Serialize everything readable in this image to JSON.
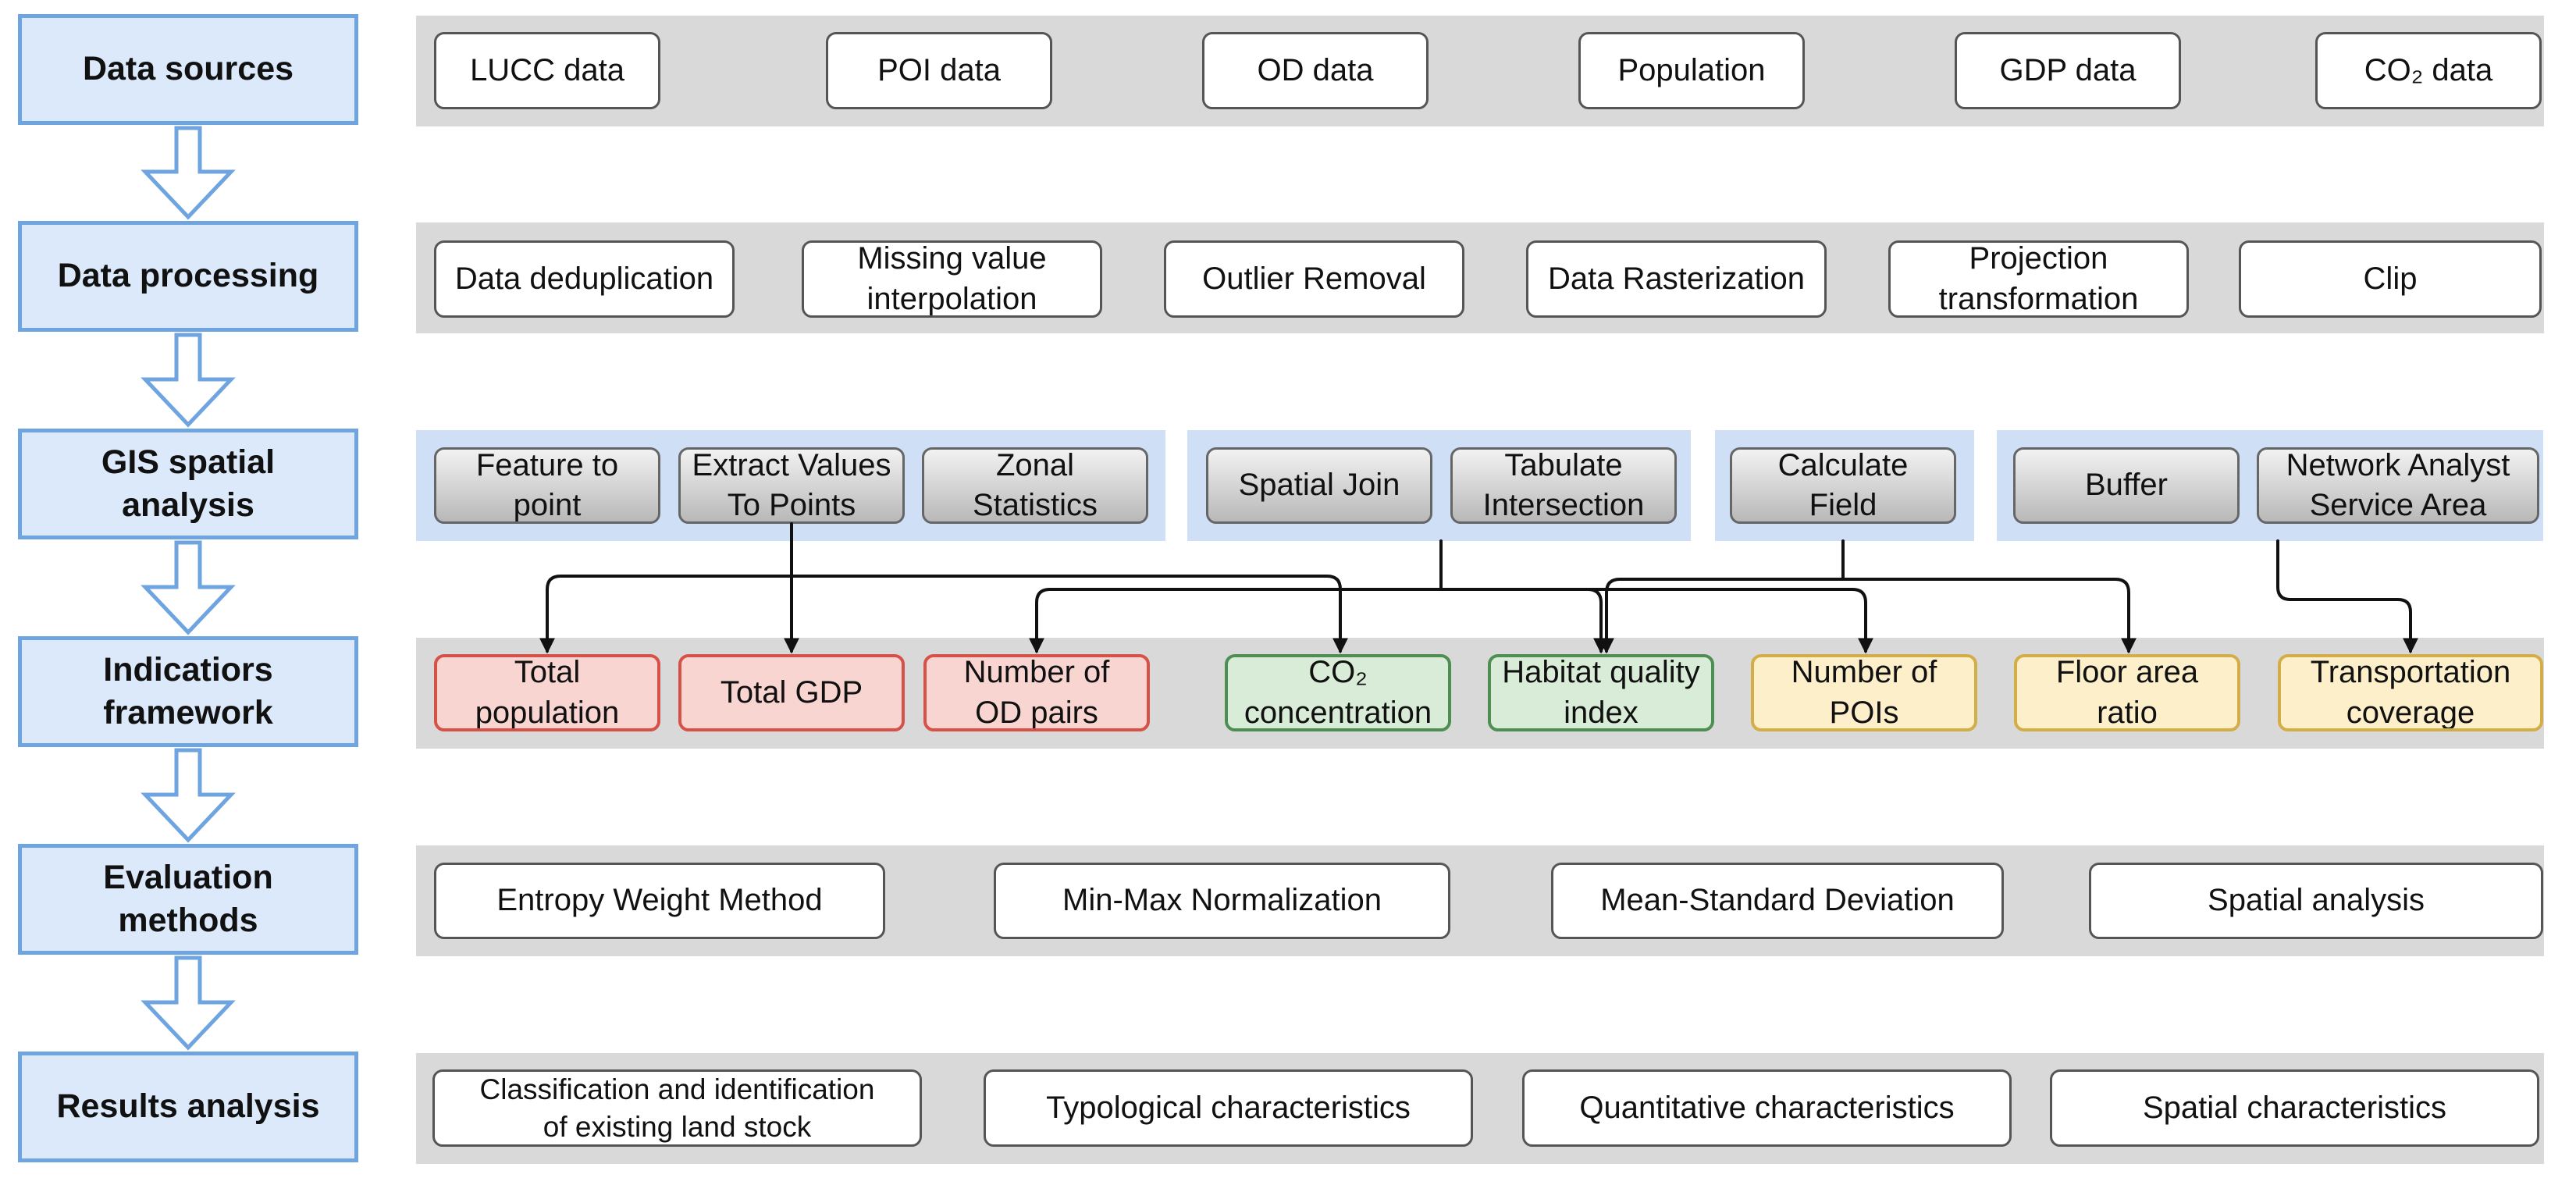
{
  "stages": [
    {
      "id": "sources",
      "label": "Data sources"
    },
    {
      "id": "processing",
      "label": "Data processing"
    },
    {
      "id": "gis",
      "label": "GIS spatial\nanalysis"
    },
    {
      "id": "indicators",
      "label": "Indicatiors\nframework"
    },
    {
      "id": "evaluation",
      "label": "Evaluation\nmethods"
    },
    {
      "id": "results",
      "label": "Results analysis"
    }
  ],
  "data_sources": [
    "LUCC data",
    "POI data",
    "OD data",
    "Population",
    "GDP data",
    "CO₂ data"
  ],
  "data_processing": [
    "Data deduplication",
    "Missing value\ninterpolation",
    "Outlier Removal",
    "Data Rasterization",
    "Projection\ntransformation",
    "Clip"
  ],
  "gis_tools": [
    "Feature to\npoint",
    "Extract Values\nTo Points",
    "Zonal\nStatistics",
    "Spatial Join",
    "Tabulate\nIntersection",
    "Calculate\nField",
    "Buffer",
    "Network Analyst\nService Area"
  ],
  "indicators": [
    {
      "label": "Total\npopulation",
      "group": "red"
    },
    {
      "label": "Total GDP",
      "group": "red"
    },
    {
      "label": "Number of\nOD pairs",
      "group": "red"
    },
    {
      "label": "CO₂\nconcentration",
      "group": "green"
    },
    {
      "label": "Habitat quality\nindex",
      "group": "green"
    },
    {
      "label": "Number of\nPOIs",
      "group": "yellow"
    },
    {
      "label": "Floor area\nratio",
      "group": "yellow"
    },
    {
      "label": "Transportation\ncoverage",
      "group": "yellow"
    }
  ],
  "evaluation_methods": [
    "Entropy Weight Method",
    "Min-Max Normalization",
    "Mean-Standard Deviation",
    "Spatial analysis"
  ],
  "results": [
    "Classification and identification\nof existing land stock",
    "Typological characteristics",
    "Quantitative characteristics",
    "Spatial characteristics"
  ],
  "colors": {
    "stage_fill": "#dbe9fb",
    "stage_border": "#6ea4e0",
    "band": "#d9d9d9",
    "gis_group_bg": "#cfe0f6",
    "red_fill": "#f9d5d2",
    "red_border": "#d65148",
    "green_fill": "#d9ecd8",
    "green_border": "#4e8e52",
    "yellow_fill": "#fdefc9",
    "yellow_border": "#d3ae48"
  }
}
